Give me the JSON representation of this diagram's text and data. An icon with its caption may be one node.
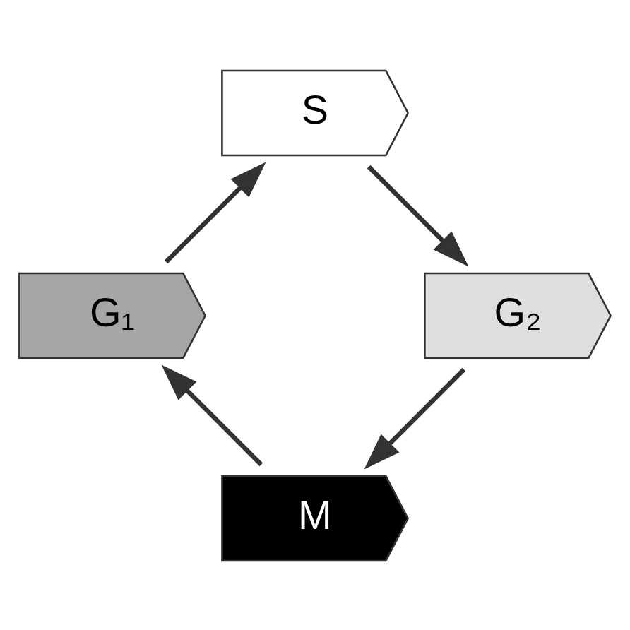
{
  "diagram": {
    "nodes": [
      {
        "text": [
          "M"
        ]
      },
      {
        "text": [
          "G₁"
        ]
      },
      {
        "text": [
          "S"
        ]
      },
      {
        "text": [
          "G₂"
        ]
      }
    ],
    "edges": [
      {
        "from": 0,
        "to": 1,
        "arrow": "to"
      },
      {
        "from": 1,
        "to": 2,
        "arrow": "to"
      },
      {
        "from": 2,
        "to": 3,
        "arrow": "to"
      },
      {
        "from": 3,
        "to": 0,
        "arrow": "to"
      }
    ]
  }
}
